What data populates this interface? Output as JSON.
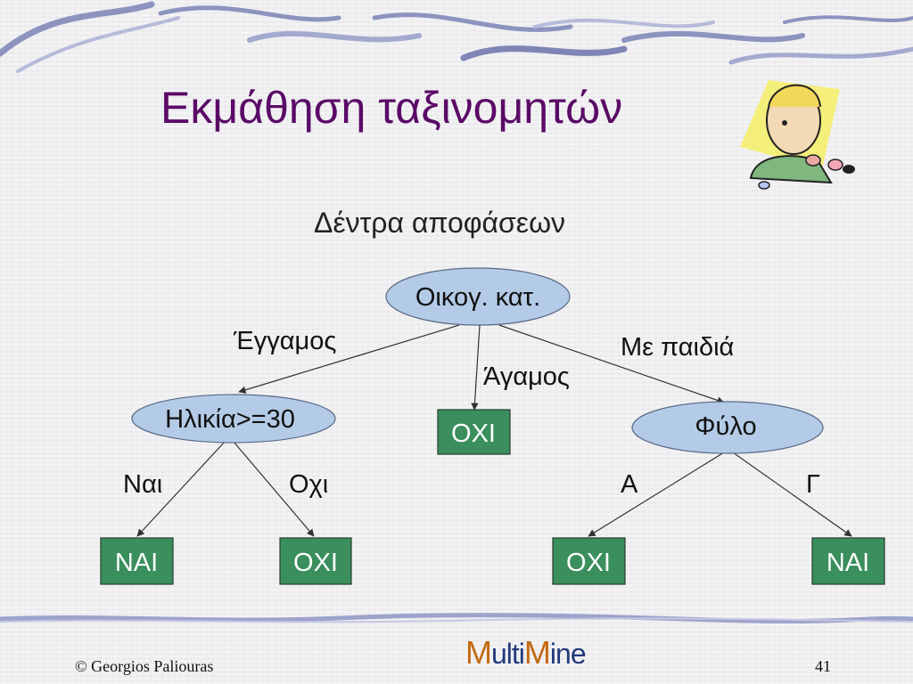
{
  "title": "Εκμάθηση ταξινομητών",
  "subtitle": "Δέντρα αποφάσεων",
  "tree": {
    "root": "Οικογ. κατ.",
    "edges": {
      "married": "Έγγαμος",
      "single": "Άγαμος",
      "with_children": "Με παιδιά",
      "yes": "Ναι",
      "no": "Οχι",
      "male": "Α",
      "female": "Γ"
    },
    "nodes": {
      "age": "Ηλικία>=30",
      "gender": "Φύλο"
    },
    "leaves": {
      "single_result": "ΟΧΙ",
      "age_yes": "ΝΑΙ",
      "age_no": "ΟΧΙ",
      "gender_male": "ΟΧΙ",
      "gender_female": "ΝΑΙ"
    }
  },
  "footer": {
    "copyright": "© Georgios Paliouras",
    "page": "41",
    "logo_M1": "M",
    "logo_part1": "ulti",
    "logo_M2": "M",
    "logo_part2": "ine"
  },
  "colors": {
    "title": "#5a0a66",
    "oval_fill": "#b3cbe6",
    "leaf_fill": "#3a8f5d"
  }
}
